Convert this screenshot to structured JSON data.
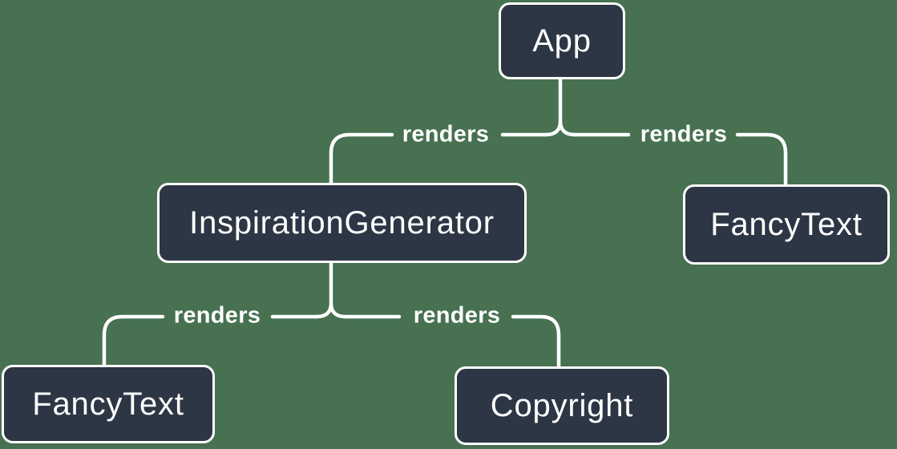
{
  "diagram": {
    "background_color": "#477150",
    "line_color": "#FFFFFF",
    "node": {
      "fill": "#2D3644",
      "border_color": "#FFFFFF",
      "text_color": "#FFFFFF"
    },
    "nodes": [
      {
        "id": "app",
        "label": "App"
      },
      {
        "id": "inspiration-generator",
        "label": "InspirationGenerator"
      },
      {
        "id": "fancy-text-top",
        "label": "FancyText"
      },
      {
        "id": "fancy-text-bottom",
        "label": "FancyText"
      },
      {
        "id": "copyright",
        "label": "Copyright"
      }
    ],
    "edges": [
      {
        "from": "App",
        "to": "InspirationGenerator",
        "label": "renders"
      },
      {
        "from": "App",
        "to": "FancyText",
        "label": "renders"
      },
      {
        "from": "InspirationGenerator",
        "to": "FancyText",
        "label": "renders"
      },
      {
        "from": "InspirationGenerator",
        "to": "Copyright",
        "label": "renders"
      }
    ]
  }
}
